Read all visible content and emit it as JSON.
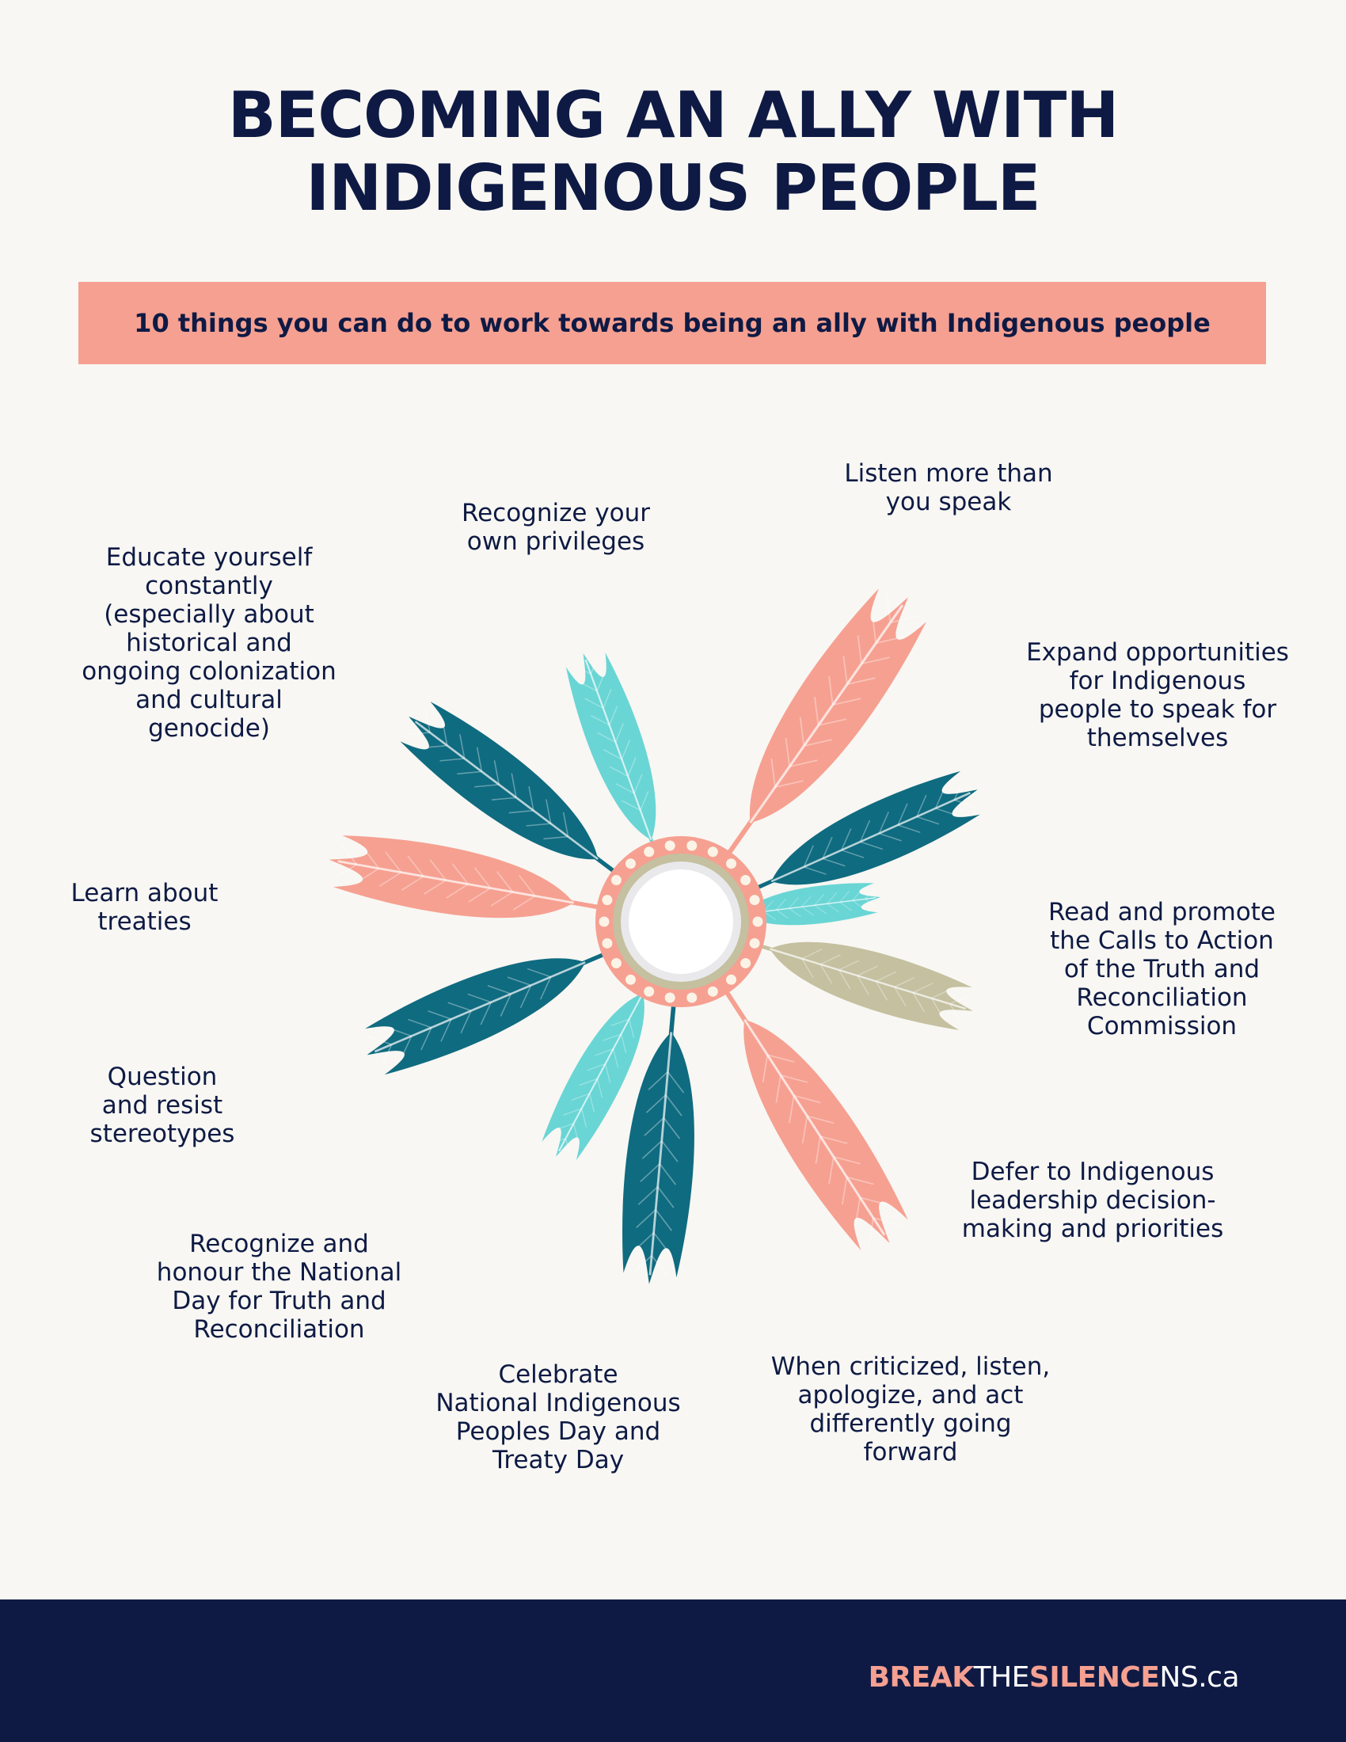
{
  "header": {
    "title_line1": "BECOMING AN ALLY WITH",
    "title_line2": "INDIGENOUS PEOPLE",
    "subtitle": "10 things you can do to work towards being an ally with Indigenous people"
  },
  "items": [
    {
      "id": "listen",
      "text": "Listen more than\nyou speak"
    },
    {
      "id": "expand",
      "text": "Expand opportunities\nfor Indigenous\npeople to speak for\nthemselves"
    },
    {
      "id": "read",
      "text": "Read and promote\nthe Calls to Action\nof the Truth and\nReconciliation\nCommission"
    },
    {
      "id": "defer",
      "text": "Defer to Indigenous\nleadership decision-\nmaking and priorities"
    },
    {
      "id": "criticized",
      "text": "When criticized, listen,\napologize, and act\ndifferently going\nforward"
    },
    {
      "id": "celebrate",
      "text": "Celebrate\nNational Indigenous\nPeoples Day and\nTreaty Day"
    },
    {
      "id": "honour",
      "text": "Recognize and\nhonour the National\nDay for Truth and\nReconciliation"
    },
    {
      "id": "question",
      "text": "Question\nand resist\nstereotypes"
    },
    {
      "id": "treaties",
      "text": "Learn about\ntreaties"
    },
    {
      "id": "educate",
      "text": "Educate yourself\nconstantly\n(especially about\nhistorical and\nongoing colonization\nand cultural\ngenocide)"
    },
    {
      "id": "privileges",
      "text": "Recognize your\nown privileges"
    }
  ],
  "colors": {
    "navy": "#0e1a44",
    "salmon": "#f6a091",
    "teal": "#0f6b80",
    "aqua": "#6ad5d5",
    "khaki": "#c4c0a0"
  },
  "footer": {
    "brand_part1": "BREAK",
    "brand_part2": "THE",
    "brand_part3": "SILENCE",
    "brand_part4": "NS.ca"
  }
}
